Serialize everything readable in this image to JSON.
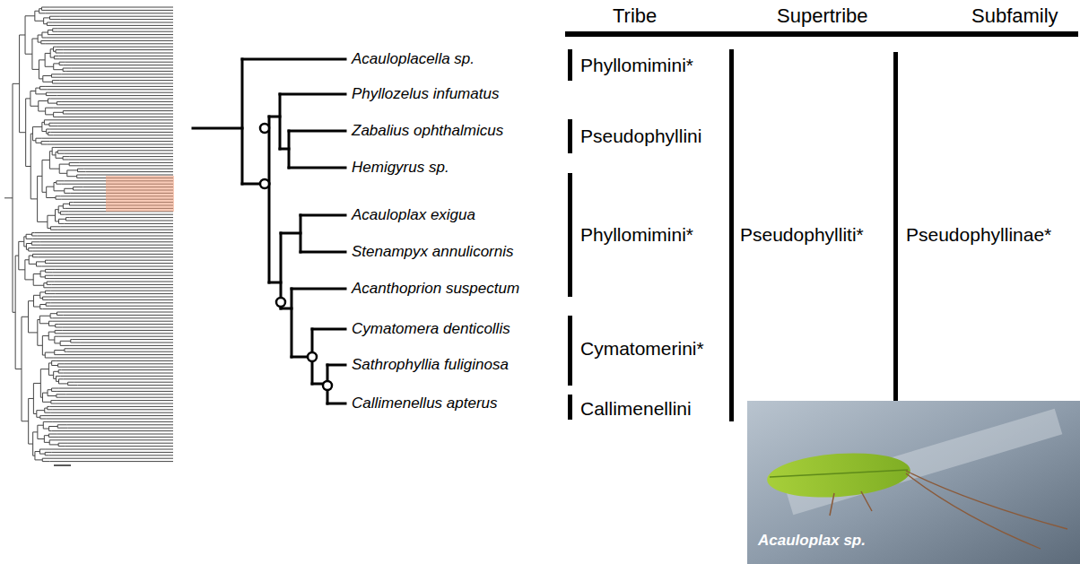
{
  "diagram": {
    "labels": [
      "Tribe",
      "Supertribe",
      "Subfamily",
      "Acauloplacella sp.",
      "Phyllozelus infumatus",
      "Zabalius ophthalmicus",
      "Hemigyrus sp.",
      "Acauloplax exigua",
      "Stenampyx annulicornis",
      "Acanthoprion suspectum",
      "Cymatomera denticollis",
      "Sathrophyllia fuliginosa",
      "Callimenellus apterus",
      "Phyllomimini*",
      "Pseudophyllini",
      "Phyllomimini*",
      "Cymatomerini*",
      "Callimenellini",
      "Pseudophylliti*",
      "Pseudophyllinae*",
      "Acauloplax sp."
    ]
  }
}
